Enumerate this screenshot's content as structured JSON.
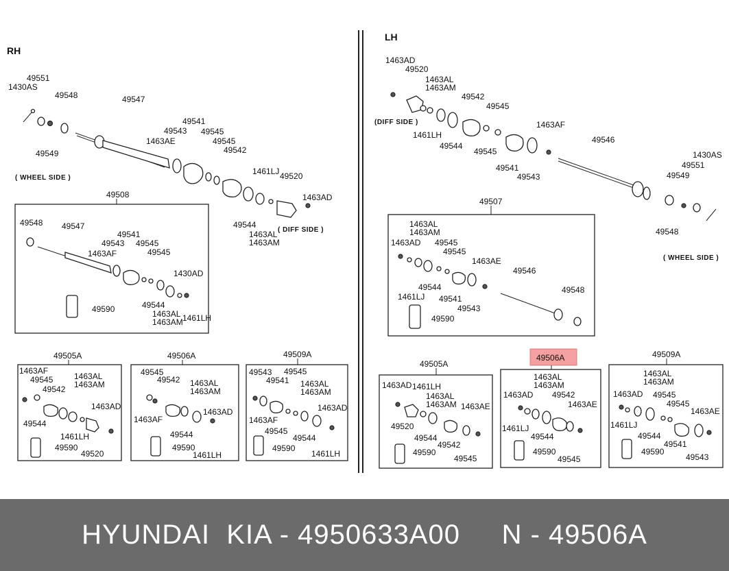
{
  "diagram": {
    "sections": {
      "rh": "RH",
      "lh": "LH"
    },
    "notes": {
      "rh_wheel": "( WHEEL SIDE )",
      "rh_diff": "( DIFF SIDE )",
      "lh_diff": "(DIFF SIDE )",
      "lh_wheel": "( WHEEL SIDE )"
    },
    "rh_main": {
      "p49551": "49551",
      "p1430AS": "1430AS",
      "p49548": "49548",
      "p49547": "49547",
      "p49549": "49549",
      "p49541": "49541",
      "p49543": "49543",
      "p1463AE": "1463AE",
      "p49545a": "49545",
      "p49545b": "49545",
      "p49542": "49542",
      "p1461LJ": "1461LJ",
      "p49520": "49520",
      "p1463AD": "1463AD",
      "p49544": "49544",
      "p1463AL": "1463AL",
      "p1463AM": "1463AM"
    },
    "rh_kit_49508": {
      "title": "49508",
      "p49548": "49548",
      "p49547": "49547",
      "p49541": "49541",
      "p49543": "49543",
      "p49545a": "49545",
      "p1463AF": "1463AF",
      "p49545b": "49545",
      "p1430AD": "1430AD",
      "p49590": "49590",
      "p49544": "49544",
      "p1463AL": "1463AL",
      "p1463AM": "1463AM",
      "p1461LH": "1461LH"
    },
    "rh_kit_49505A": {
      "title": "49505A",
      "p1463AF": "1463AF",
      "p49545": "49545",
      "p49542": "49542",
      "p1463AL": "1463AL",
      "p1463AM": "1463AM",
      "p1463AD": "1463AD",
      "p49544": "49544",
      "p1461LH": "1461LH",
      "p49590": "49590",
      "p49520": "49520"
    },
    "rh_kit_49506A": {
      "title": "49506A",
      "p49545": "49545",
      "p49542": "49542",
      "p1463AL": "1463AL",
      "p1463AM": "1463AM",
      "p1463AF": "1463AF",
      "p1463AD": "1463AD",
      "p49544": "49544",
      "p49590": "49590",
      "p1461LH": "1461LH"
    },
    "rh_kit_49509A": {
      "title": "49509A",
      "p49543": "49543",
      "p49545a": "49545",
      "p49541": "49541",
      "p1463AL": "1463AL",
      "p1463AM": "1463AM",
      "p1463AF": "1463AF",
      "p1463AD": "1463AD",
      "p49545b": "49545",
      "p49544": "49544",
      "p49590": "49590",
      "p1461LH": "1461LH"
    },
    "lh_main": {
      "p1463AD": "1463AD",
      "p49520": "49520",
      "p1463AL": "1463AL",
      "p1463AM": "1463AM",
      "p49542": "49542",
      "p49545a": "49545",
      "p1461LH": "1461LH",
      "p49544": "49544",
      "p49545b": "49545",
      "p1463AF": "1463AF",
      "p49541": "49541",
      "p49543": "49543",
      "p49546": "49546",
      "p1430AS": "1430AS",
      "p49551": "49551",
      "p49549": "49549",
      "p49548": "49548"
    },
    "lh_kit_49507": {
      "title": "49507",
      "p1463AL": "1463AL",
      "p1463AM": "1463AM",
      "p1463AD": "1463AD",
      "p49545a": "49545",
      "p49545b": "49545",
      "p1463AE": "1463AE",
      "p49546": "49546",
      "p49544": "49544",
      "p1461LJ": "1461LJ",
      "p49541": "49541",
      "p49548": "49548",
      "p49543": "49543",
      "p49590": "49590"
    },
    "lh_kit_49505A": {
      "title": "49505A",
      "p1463AD": "1463AD",
      "p1461LH": "1461LH",
      "p1463AL": "1463AL",
      "p1463AM": "1463AM",
      "p1463AE": "1463AE",
      "p49520": "49520",
      "p49544": "49544",
      "p49542": "49542",
      "p49590": "49590",
      "p49545": "49545"
    },
    "lh_kit_49506A": {
      "title": "49506A",
      "p1463AL": "1463AL",
      "p1463AM": "1463AM",
      "p1463AD": "1463AD",
      "p49542": "49542",
      "p1463AE": "1463AE",
      "p1461LJ": "1461LJ",
      "p49544": "49544",
      "p49590": "49590",
      "p49545": "49545",
      "highlight_color": "#f4a0a0"
    },
    "lh_kit_49509A": {
      "title": "49509A",
      "p1463AL": "1463AL",
      "p1463AM": "1463AM",
      "p1463AD": "1463AD",
      "p49545a": "49545",
      "p49545b": "49545",
      "p1463AE": "1463AE",
      "p1461LJ": "1461LJ",
      "p49544": "49544",
      "p49541": "49541",
      "p49590": "49590",
      "p49543": "49543"
    }
  },
  "footer": {
    "text": "HYUNDAI  KIA - 4950633A00     N - 49506A",
    "background": "#6b6b6b"
  }
}
